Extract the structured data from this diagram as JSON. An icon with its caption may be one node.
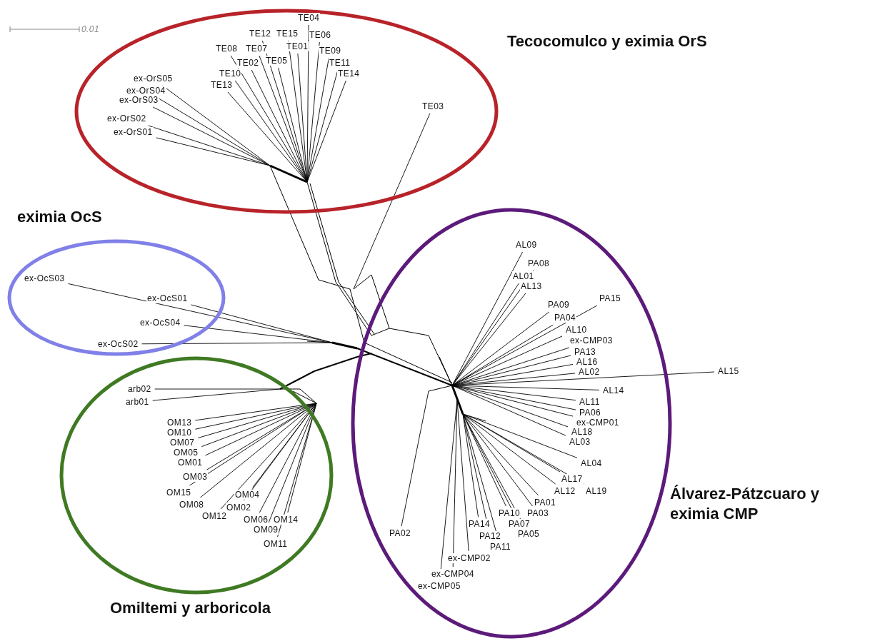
{
  "diagram": {
    "nodes": [
      {
        "text": [
          "Tecocomulco y eximia OrS"
        ]
      },
      {
        "text": [
          "eximia OcS"
        ]
      },
      {
        "text": [
          "Omiltemi y arboricola"
        ]
      },
      {
        "text": [
          "Álvarez-Pátzcuaro y eximia CMP"
        ]
      }
    ],
    "labels": [
      "0.01",
      "TE04",
      "TE12",
      "TE15",
      "TE06",
      "TE08",
      "TE07",
      "TE01",
      "TE09",
      "TE02",
      "TE05",
      "TE11",
      "TE10",
      "TE14",
      "TE13",
      "ex-OrS05",
      "ex-OrS04",
      "ex-OrS03",
      "ex-OrS02",
      "ex-OrS01",
      "TE03",
      "ex-OcS03",
      "ex-OcS01",
      "ex-OcS04",
      "ex-OcS02",
      "arb02",
      "arb01",
      "OM13",
      "OM10",
      "OM07",
      "OM05",
      "OM01",
      "OM03",
      "OM15",
      "OM04",
      "OM08",
      "OM02",
      "OM12",
      "OM06",
      "OM14",
      "OM09",
      "OM11",
      "AL09",
      "PA08",
      "AL01",
      "AL13",
      "PA15",
      "PA09",
      "PA04",
      "AL10",
      "ex-CMP03",
      "PA13",
      "AL16",
      "AL02",
      "AL15",
      "AL14",
      "AL11",
      "PA06",
      "ex-CMP01",
      "AL18",
      "AL03",
      "AL04",
      "AL17",
      "AL12",
      "AL19",
      "PA01",
      "PA10",
      "PA03",
      "PA14",
      "PA07",
      "PA02",
      "PA12",
      "PA05",
      "PA11",
      "ex-CMP02",
      "ex-CMP04",
      "ex-CMP05"
    ]
  }
}
